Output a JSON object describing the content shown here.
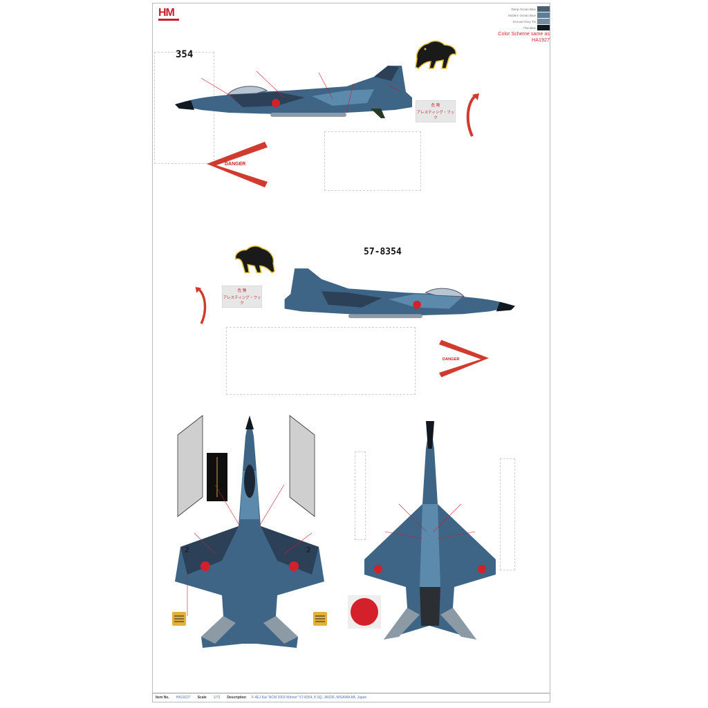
{
  "brand": {
    "logo": "HM"
  },
  "colors": {
    "camo_dark": "#2c4057",
    "camo_mid": "#3e6585",
    "camo_light": "#5c8aad",
    "camo_grey": "#8c9aa6",
    "hinomaru": "#d4202a",
    "panther_gold": "#e2c13a",
    "warning_red": "#d13a2e",
    "callout": "#c8202a"
  },
  "legend": {
    "swatches": [
      {
        "label": "Deep Ocean Blue",
        "color": "#4b5f73"
      },
      {
        "label": "Modern Ocean Blue",
        "color": "#5f7d96"
      },
      {
        "label": "Ground Grey Tie",
        "color": "#6f8da3"
      },
      {
        "label": "Flat Blue",
        "color": "#111820"
      }
    ],
    "note": "Color Scheme same as HA1927"
  },
  "side_top": {
    "tail_number": "354"
  },
  "side_bottom": {
    "registration": "57-8354"
  },
  "decals": {
    "danger": "DANGER",
    "warning_title": "危 険",
    "warning_text": "アレスティング・フック",
    "gear_marking": "2"
  },
  "footer": {
    "item_label": "Item No.",
    "item_value": "HA19227",
    "scale_label": "Scale",
    "scale_value": "1/72",
    "desc_label": "Description",
    "desc_value": "F-4EJ Kai \"ACM 2003 Winner\" 57-8354, 8 SQ, JASDF, MISAWA AB, Japan"
  }
}
